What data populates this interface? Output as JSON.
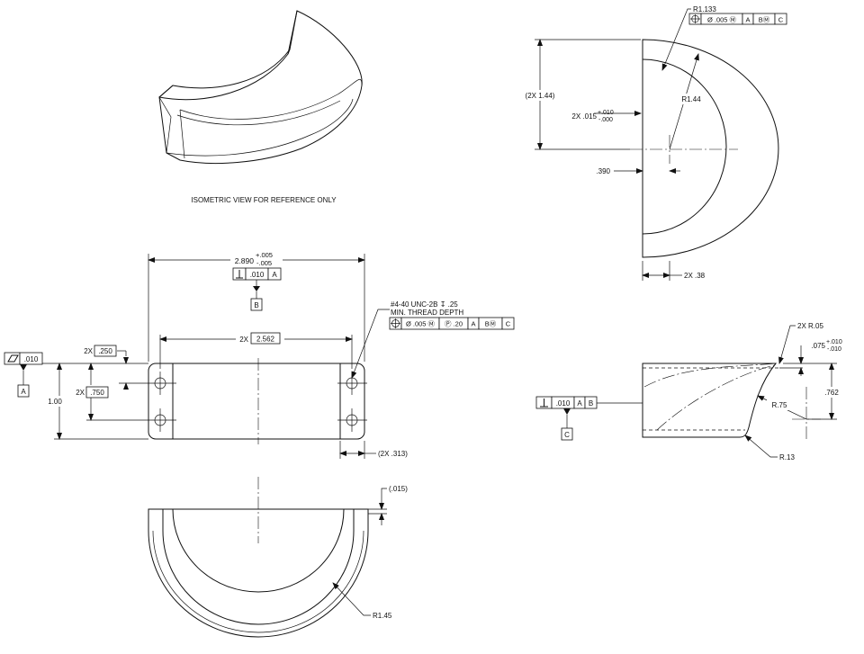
{
  "iso_view": {
    "caption": "ISOMETRIC VIEW FOR REFERENCE ONLY"
  },
  "front_view": {
    "overall_width": "2.890",
    "overall_tol_plus": "+.005",
    "overall_tol_minus": "-.005",
    "perp_tol": ".010",
    "perp_datum": "A",
    "datum_b": "B",
    "hole_spacing_prefix": "2X",
    "hole_spacing": "2.562",
    "top_hole_prefix": "2X",
    "top_hole_dim": ".250",
    "lower_hole_prefix": "2X",
    "lower_hole_dim": ".750",
    "height": "1.00",
    "flatness_tol": ".010",
    "datum_a": "A",
    "edge_dim": "(2X .313)",
    "thread_callout_1": "#4-40 UNC-2B ↧ .25",
    "thread_callout_2": "MIN. THREAD DEPTH",
    "thread_fcf": [
      "Ø .005 Ⓜ",
      "Ⓟ .20",
      "A",
      "BⓂ",
      "C"
    ]
  },
  "top_right_view": {
    "radius_inner": "R1.133",
    "position_fcf": [
      "Ø .005 Ⓜ",
      "A",
      "BⓂ",
      "C"
    ],
    "half_height": "(2X 1.44)",
    "radius_outer": "R1.44",
    "offset_prefix": "2X",
    "offset_value": ".015",
    "offset_tol_plus": "+.010",
    "offset_tol_minus": "-.000",
    "center_offset": ".390",
    "bottom_dim": "2X .38"
  },
  "side_view": {
    "edge_radius": "2X R.05",
    "step_value": ".075",
    "step_tol_plus": "+.010",
    "step_tol_minus": "-.010",
    "height": ".762",
    "radius_large": "R.75",
    "radius_small": "R.13",
    "perp_tol": ".010",
    "perp_datum_1": "A",
    "perp_datum_2": "B",
    "datum_c": "C"
  },
  "bottom_view": {
    "offset": "(.015)",
    "radius": "R1.45"
  }
}
